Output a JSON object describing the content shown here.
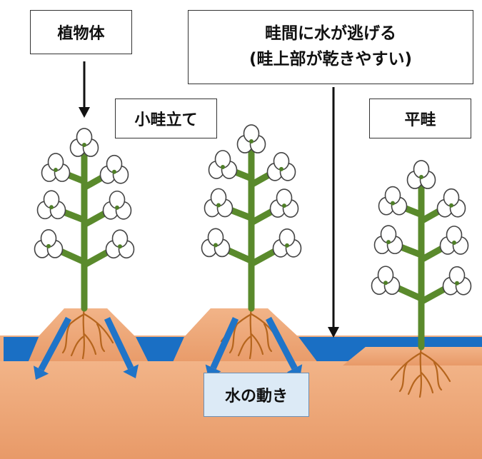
{
  "labels": {
    "plant_body": "植物体",
    "small_ridge": "小畦立て",
    "flat_ridge": "平畦",
    "escape_line1": "畦間に水が逃げる",
    "escape_line2": "(畦上部が乾きやすい)",
    "water_movement": "水の動き"
  },
  "colors": {
    "soil": "#f0ab7d",
    "water": "#1a6fc4",
    "stem": "#5a8a2c",
    "root": "#b5651d",
    "arrow_water": "#1f74c8",
    "cotton_outline": "#444444",
    "cotton_fill": "#ffffff"
  },
  "icons": {
    "pointer_arrow": "down-arrow-icon",
    "water_flow": "blue-arrow-icon",
    "cotton_boll": "cotton-boll-icon"
  }
}
